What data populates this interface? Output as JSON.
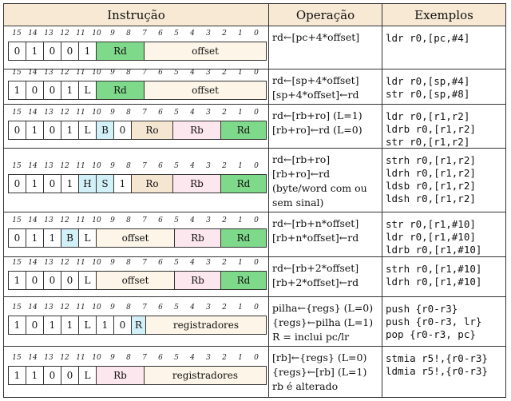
{
  "headers": {
    "instr": "Instrução",
    "op": "Operação",
    "ex": "Exemplos"
  },
  "bit_numbers": [
    "15",
    "14",
    "13",
    "12",
    "11",
    "10",
    "9",
    "8",
    "7",
    "6",
    "5",
    "4",
    "3",
    "2",
    "1",
    "0"
  ],
  "rows": [
    {
      "fields": [
        {
          "t": "0"
        },
        {
          "t": "1"
        },
        {
          "t": "0"
        },
        {
          "t": "0"
        },
        {
          "t": "1"
        },
        {
          "t": "Rd",
          "c": "green"
        },
        {
          "t": "offset",
          "c": "cream"
        }
      ],
      "op": [
        "rd←[pc+4*offset]"
      ],
      "ex": [
        "ldr r0,[pc,#4]"
      ]
    },
    {
      "fields": [
        {
          "t": "1"
        },
        {
          "t": "0"
        },
        {
          "t": "0"
        },
        {
          "t": "1"
        },
        {
          "t": "L"
        },
        {
          "t": "Rd",
          "c": "green"
        },
        {
          "t": "offset",
          "c": "cream"
        }
      ],
      "op": [
        "rd←[sp+4*offset]",
        "[sp+4*offset]←rd"
      ],
      "ex": [
        "ldr r0,[sp,#4]",
        "str r0,[sp,#8]"
      ]
    },
    {
      "fields": [
        {
          "t": "0"
        },
        {
          "t": "1"
        },
        {
          "t": "0"
        },
        {
          "t": "1"
        },
        {
          "t": "L"
        },
        {
          "t": "B",
          "c": "cyan"
        },
        {
          "t": "0"
        },
        {
          "t": "Ro",
          "c": "tan"
        },
        {
          "t": "Rb",
          "c": "pink"
        },
        {
          "t": "Rd",
          "c": "green"
        }
      ],
      "op": [
        "rd←[rb+ro] (L=1)",
        "[rb+ro]←rd (L=0)"
      ],
      "ex": [
        "ldr r0,[r1,r2]",
        "ldrb r0,[r1,r2]",
        "str r0,[r1,r2]"
      ]
    },
    {
      "fields": [
        {
          "t": "0"
        },
        {
          "t": "1"
        },
        {
          "t": "0"
        },
        {
          "t": "1"
        },
        {
          "t": "H",
          "c": "cyan"
        },
        {
          "t": "S",
          "c": "cyan"
        },
        {
          "t": "1"
        },
        {
          "t": "Ro",
          "c": "tan"
        },
        {
          "t": "Rb",
          "c": "pink"
        },
        {
          "t": "Rd",
          "c": "green"
        }
      ],
      "op": [
        "rd←[rb+ro]",
        "[rb+ro]←rd",
        "(byte/word com ou",
        " sem sinal)"
      ],
      "ex": [
        "strh r0,[r1,r2]",
        "ldrh r0,[r1,r2]",
        "ldsb r0,[r1,r2]",
        "ldsh r0,[r1,r2]"
      ]
    },
    {
      "fields": [
        {
          "t": "0"
        },
        {
          "t": "1"
        },
        {
          "t": "1"
        },
        {
          "t": "B",
          "c": "cyan"
        },
        {
          "t": "L"
        },
        {
          "t": "offset",
          "c": "cream"
        },
        {
          "t": "Rb",
          "c": "pink"
        },
        {
          "t": "Rd",
          "c": "green"
        }
      ],
      "op": [
        "rd←[rb+n*offset]",
        "[rb+n*offset]←rd"
      ],
      "ex": [
        "str r0,[r1,#10]",
        "ldr r0,[r1,#10]",
        "ldrb r0,[r1,#10]"
      ]
    },
    {
      "fields": [
        {
          "t": "1"
        },
        {
          "t": "0"
        },
        {
          "t": "0"
        },
        {
          "t": "0"
        },
        {
          "t": "L"
        },
        {
          "t": "offset",
          "c": "cream"
        },
        {
          "t": "Rb",
          "c": "pink"
        },
        {
          "t": "Rd",
          "c": "green"
        }
      ],
      "op": [
        "rd←[rb+2*offset]",
        "[rb+2*offset]←rd"
      ],
      "ex": [
        "strh r0,[r1,#10]",
        "ldrh r0,[r1,#10]"
      ]
    },
    {
      "fields": [
        {
          "t": "1"
        },
        {
          "t": "0"
        },
        {
          "t": "1"
        },
        {
          "t": "1"
        },
        {
          "t": "L"
        },
        {
          "t": "1"
        },
        {
          "t": "0"
        },
        {
          "t": "R",
          "c": "cyan"
        },
        {
          "t": "registradores",
          "c": "cream"
        }
      ],
      "op": [
        "pilha←{regs} (L=0)",
        "{regs}←pilha (L=1)",
        "R = inclui pc/lr"
      ],
      "ex": [
        "push {r0-r3}",
        "push {r0-r3, lr}",
        "pop {r0-r3, pc}"
      ]
    },
    {
      "fields": [
        {
          "t": "1"
        },
        {
          "t": "1"
        },
        {
          "t": "0"
        },
        {
          "t": "0"
        },
        {
          "t": "L"
        },
        {
          "t": "Rb",
          "c": "pink"
        },
        {
          "t": "registradores",
          "c": "cream"
        }
      ],
      "op": [
        "[rb]←{regs} (L=0)",
        "{regs}←[rb] (L=1)",
        "rb é alterado"
      ],
      "ex": [
        "stmia r5!,{r0-r3}",
        "ldmia r5!,{r0-r3}"
      ]
    }
  ]
}
